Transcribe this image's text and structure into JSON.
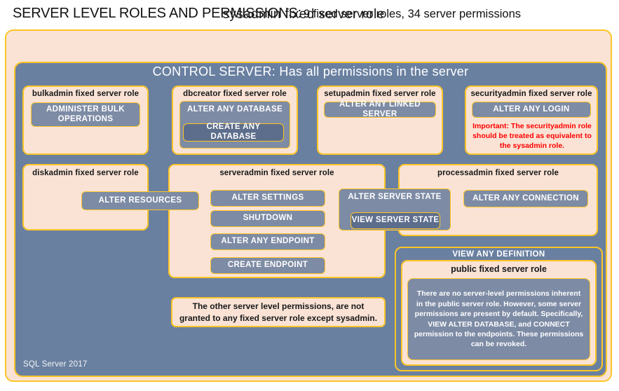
{
  "title": {
    "strong": "SERVER LEVEL ROLES AND PERMISSIONS:",
    "rest": "9 fixed server roles, 34 server permissions"
  },
  "sysadmin": {
    "label": "sysadmin  fixed  server  role"
  },
  "control_server": {
    "label": "CONTROL SERVER: Has all permissions in the server"
  },
  "roles": {
    "bulkadmin": {
      "title": "bulkadmin  fixed server role",
      "perm_1": "ADMINISTER  BULK OPERATIONS"
    },
    "dbcreator": {
      "title": "dbcreator fixed  server role",
      "perm_1": "ALTER ANY DATABASE",
      "perm_2": "CREATE  ANY DATABASE"
    },
    "setupadmin": {
      "title": "setupadmin fixed server role",
      "perm_1": "ALTER ANY LINKED SERVER"
    },
    "securityadmin": {
      "title": "securityadmin  fixed server role",
      "perm_1": "ALTER ANY LOGIN",
      "note": "Important:  The securityadmin role should  be treated as equivalent to the  sysadmin role."
    },
    "diskadmin": {
      "title": "diskadmin  fixed server role",
      "perm_1": "ALTER RESOURCES"
    },
    "serveradmin": {
      "title": "serveradmin fixed server role",
      "perm_1": "ALTER SETTINGS",
      "perm_2": "SHUTDOWN",
      "perm_3": "ALTER ANY ENDPOINT",
      "perm_4": "CREATE  ENDPOINT",
      "perm_5": "ALTER SERVER STATE",
      "perm_6": "VIEW SERVER STATE"
    },
    "processadmin": {
      "title": "processadmin fixed server role",
      "perm_1": "ALTER ANY CONNECTION"
    },
    "public": {
      "view_any_definition": "VIEW ANY DEFINITION",
      "title": "public  fixed server role",
      "body": "There are no server-level permissions inherent in the public server role. However, some server permissions are present by default. Specifically, VIEW ALTER DATABASE, and CONNECT permission to the endpoints. These permissions can be revoked."
    }
  },
  "notes": {
    "other_permissions": "The other server level permissions,  are not granted to any fixed server role except sysadmin."
  },
  "footer": {
    "label": "SQL Server 2017"
  },
  "colors": {
    "cream": "#fae3d4",
    "border_gold": "#ffc425",
    "slate_bg": "#6a80a0",
    "chip_slate": "#7d8ba5",
    "chip_slate_dark": "#5d6e8c",
    "alert_red": "#ff0000",
    "text_dark": "#17181a",
    "text_light": "#ffffff"
  }
}
